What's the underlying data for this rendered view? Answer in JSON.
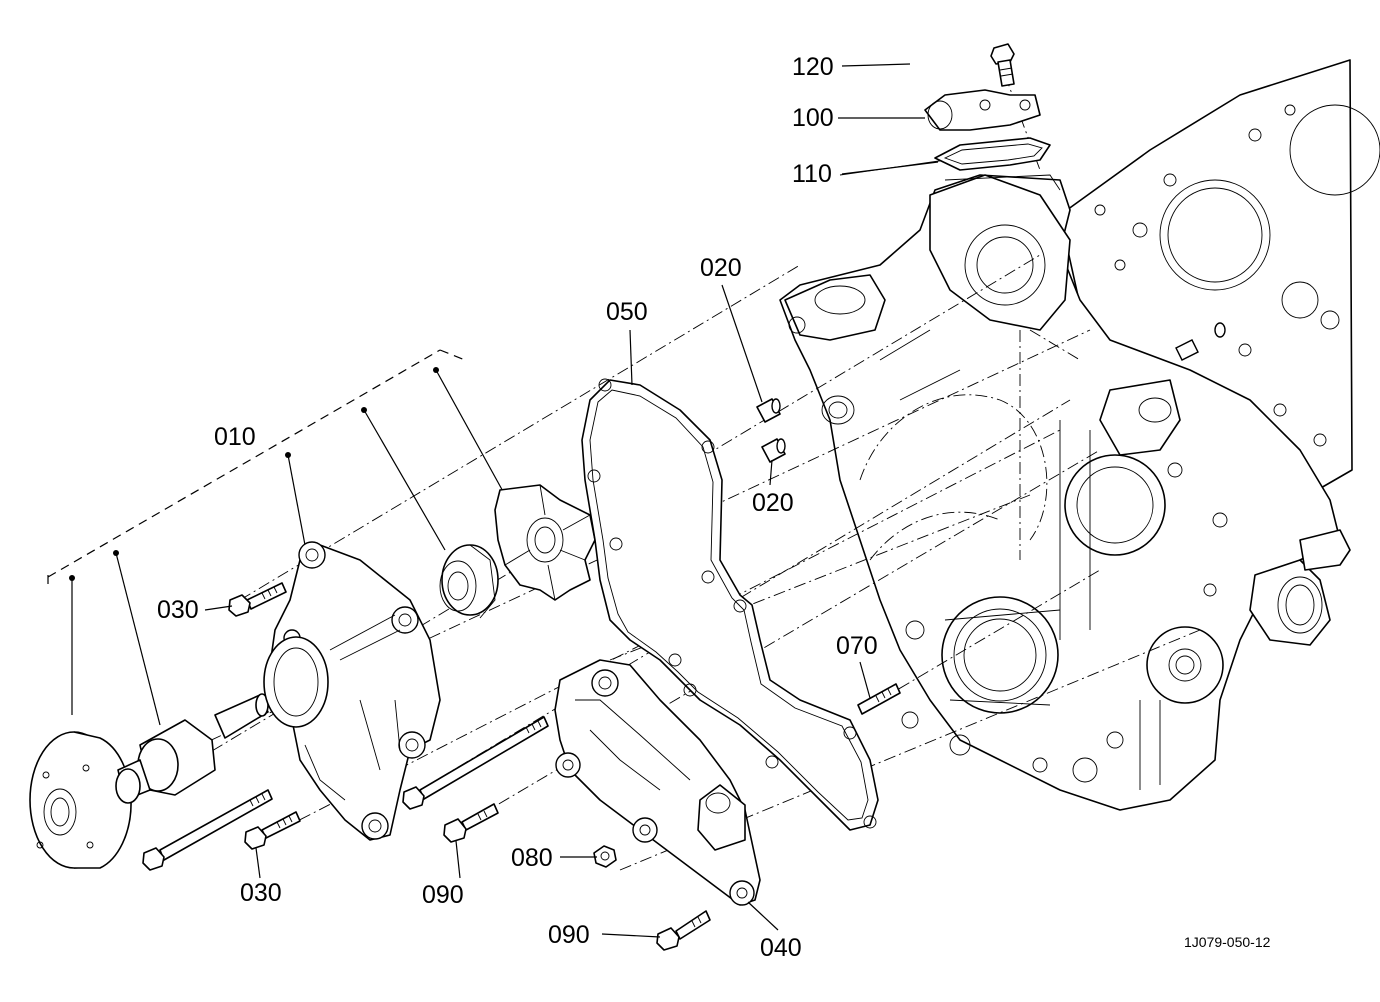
{
  "callouts": {
    "c120": "120",
    "c100": "100",
    "c110": "110",
    "c020a": "020",
    "c020b": "020",
    "c050": "050",
    "c010": "010",
    "c030a": "030",
    "c030b": "030",
    "c070": "070",
    "c080": "080",
    "c090a": "090",
    "c090b": "090",
    "c040": "040"
  },
  "drawing_code": "1J079-050-12"
}
